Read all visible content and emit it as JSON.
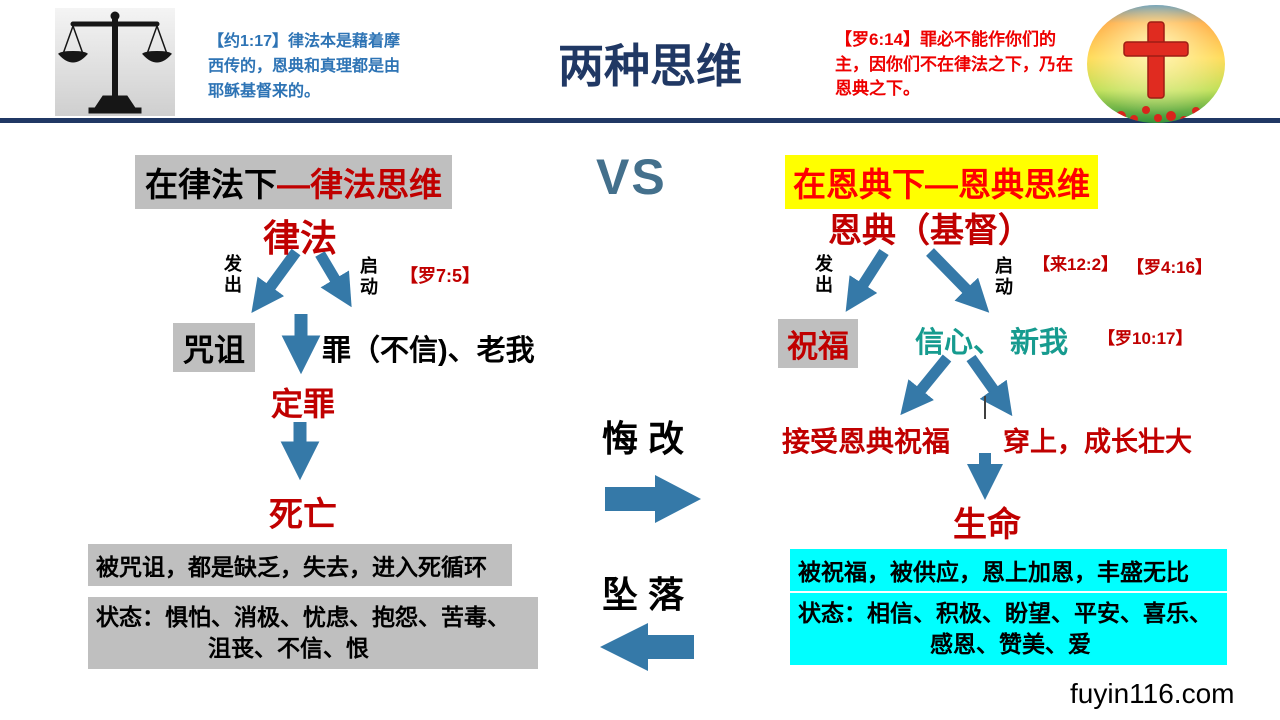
{
  "header": {
    "left_verse": "【约1:17】律法本是藉着摩西传的，恩典和真理都是由耶稣基督来的。",
    "title": "两种思维",
    "right_verse": "【罗6:14】罪必不能作你们的主，因你们不在律法之下，乃在恩典之下。",
    "left_image": "scales-of-justice",
    "right_image": "red-cross-sunrise-field"
  },
  "law": {
    "header_prefix": "在律法下",
    "header_suffix": "—律法思维",
    "root": "律法",
    "emit_label": "发出",
    "trigger_label": "启动",
    "verse": "【罗7:5】",
    "curse": "咒诅",
    "sin": "罪（不信)、老我",
    "condemnation": "定罪",
    "death": "死亡",
    "summary": "被咒诅，都是缺乏，失去，进入死循环",
    "status_line1": "状态：惧怕、消极、忧虑、抱怨、苦毒、",
    "status_line2": "沮丧、不信、恨"
  },
  "center": {
    "vs": "VS",
    "repent": "悔 改",
    "fall": "坠 落"
  },
  "grace": {
    "header": "在恩典下—恩典思维",
    "root": "恩典（基督）",
    "emit_label": "发出",
    "trigger_label": "启动",
    "verse1": "【来12:2】",
    "verse2": "【罗4:16】",
    "blessing": "祝福",
    "faith": "信心、 新我",
    "verse3": "【罗10:17】",
    "receive": "接受恩典祝福",
    "put_on": "穿上，成长壮大",
    "life": "生命",
    "summary": "被祝福，被供应，恩上加恩，丰盛无比",
    "status_line1": "状态：相信、积极、盼望、平安、喜乐、",
    "status_line2": "感恩、赞美、爱"
  },
  "footer": {
    "site": "fuyin116.com"
  },
  "colors": {
    "title_navy": "#203864",
    "verse_blue": "#2e74b5",
    "verse_red": "#ee0000",
    "diagram_red": "#c00000",
    "teal_text": "#169b8f",
    "arrow_blue": "#3579a8",
    "vs_slate": "#44708c",
    "gray_highlight": "#bfbfbf",
    "yellow_highlight": "#ffff00",
    "cyan_highlight": "#00ffff"
  }
}
